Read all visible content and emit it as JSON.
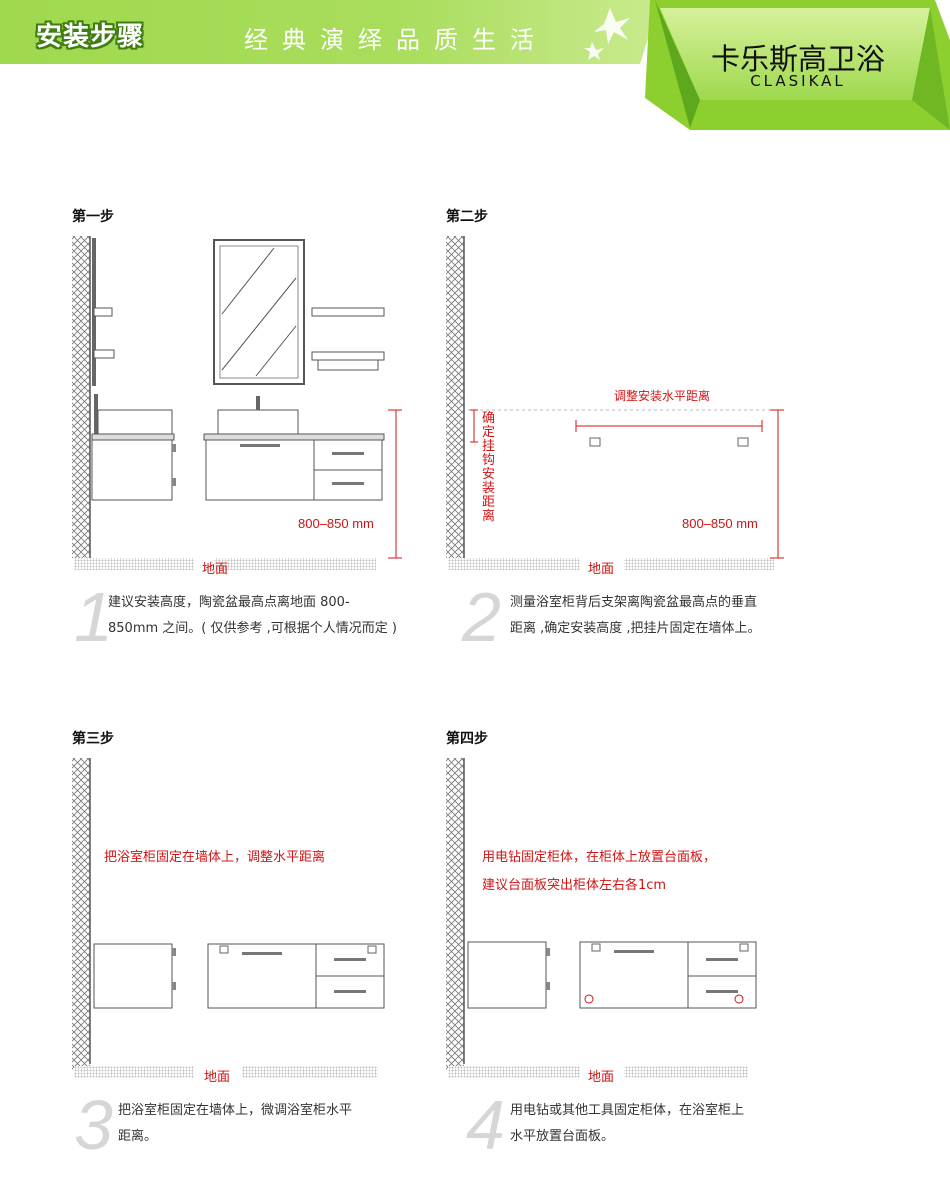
{
  "banner": {
    "title": "安装步骤",
    "slogan": "经典演绎品质生活",
    "brand_cn": "卡乐斯高卫浴",
    "brand_en": "CLASIKAL"
  },
  "steps": [
    {
      "title": "第一步",
      "number": "1",
      "description_line1": "建议安装高度，陶瓷盆最高点离地面 800-",
      "description_line2": "850mm 之间。( 仅供参考 ,可根据个人情况而定 )",
      "ground": "地面",
      "height": "800–850 mm"
    },
    {
      "title": "第二步",
      "number": "2",
      "description_line1": "测量浴室柜背后支架离陶瓷盆最高点的垂直",
      "description_line2": "距离 ,确定安装高度 ,把挂片固定在墙体上。",
      "ground": "地面",
      "height": "800–850 mm",
      "horizontal_label": "调整安装水平距离",
      "vertical_label": "确定挂钩安装距离"
    },
    {
      "title": "第三步",
      "number": "3",
      "description_line1": "把浴室柜固定在墙体上，微调浴室柜水平",
      "description_line2": "距离。",
      "ground": "地面",
      "note": "把浴室柜固定在墙体上，调整水平距离"
    },
    {
      "title": "第四步",
      "number": "4",
      "description_line1": "用电钻或其他工具固定柜体，在浴室柜上",
      "description_line2": "水平放置台面板。",
      "ground": "地面",
      "note_line1": "用电钻固定柜体，在柜体上放置台面板，",
      "note_line2": "建议台面板突出柜体左右各1cm"
    }
  ],
  "colors": {
    "banner_green": "#9ed84a",
    "banner_dark_green": "#58a518",
    "accent_red": "#d01515"
  }
}
